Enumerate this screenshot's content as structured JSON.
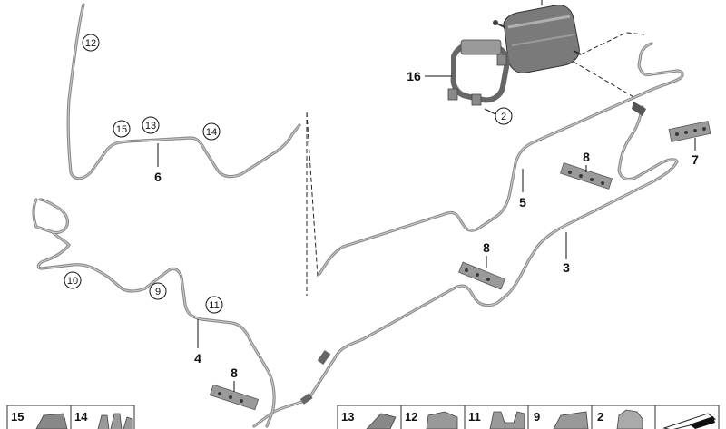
{
  "labels": {
    "p2": "2",
    "p3": "3",
    "p4": "4",
    "p5": "5",
    "p6": "6",
    "p7": "7",
    "p8a": "8",
    "p8b": "8",
    "p8c": "8",
    "p9": "9",
    "p10": "10",
    "p11": "11",
    "p12": "12",
    "p13": "13",
    "p14": "14",
    "p15": "15",
    "p16": "16"
  },
  "thumbnails": {
    "t15": "15",
    "t14": "14",
    "t13": "13",
    "t12": "12",
    "t11": "11",
    "t9": "9",
    "t2": "2"
  }
}
